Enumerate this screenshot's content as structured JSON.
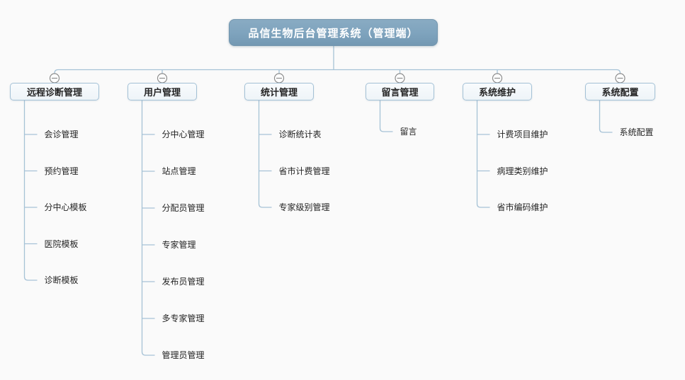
{
  "page": {
    "background": "#fafafa"
  },
  "colors": {
    "root_fill": "#7ea3bd",
    "root_text": "#ffffff",
    "branch_fill": "#eef4f8",
    "branch_border": "#a4c1d6",
    "connector": "#a6c2d6",
    "toggle_border": "#8d8d8d",
    "toggle_fill": "#ffffff",
    "node_text": "#242424"
  },
  "tree": {
    "root": {
      "label": "品信生物后台管理系统（管理端）"
    },
    "branches": [
      {
        "label": "远程诊断管理",
        "toggle": "minus",
        "children": [
          "会诊管理",
          "预约管理",
          "分中心模板",
          "医院模板",
          "诊断模板"
        ]
      },
      {
        "label": "用户管理",
        "toggle": "minus",
        "children": [
          "分中心管理",
          "站点管理",
          "分配员管理",
          "专家管理",
          "发布员管理",
          "多专家管理",
          "管理员管理"
        ]
      },
      {
        "label": "统计管理",
        "toggle": "minus",
        "children": [
          "诊断统计表",
          "省市计费管理",
          "专家级别管理"
        ]
      },
      {
        "label": "留言管理",
        "toggle": "minus",
        "children": [
          "留言"
        ]
      },
      {
        "label": "系统维护",
        "toggle": "minus",
        "children": [
          "计费项目维护",
          "病理类别维护",
          "省市编码维护"
        ]
      },
      {
        "label": "系统配置",
        "toggle": "minus",
        "children": [
          "系统配置"
        ]
      }
    ]
  }
}
